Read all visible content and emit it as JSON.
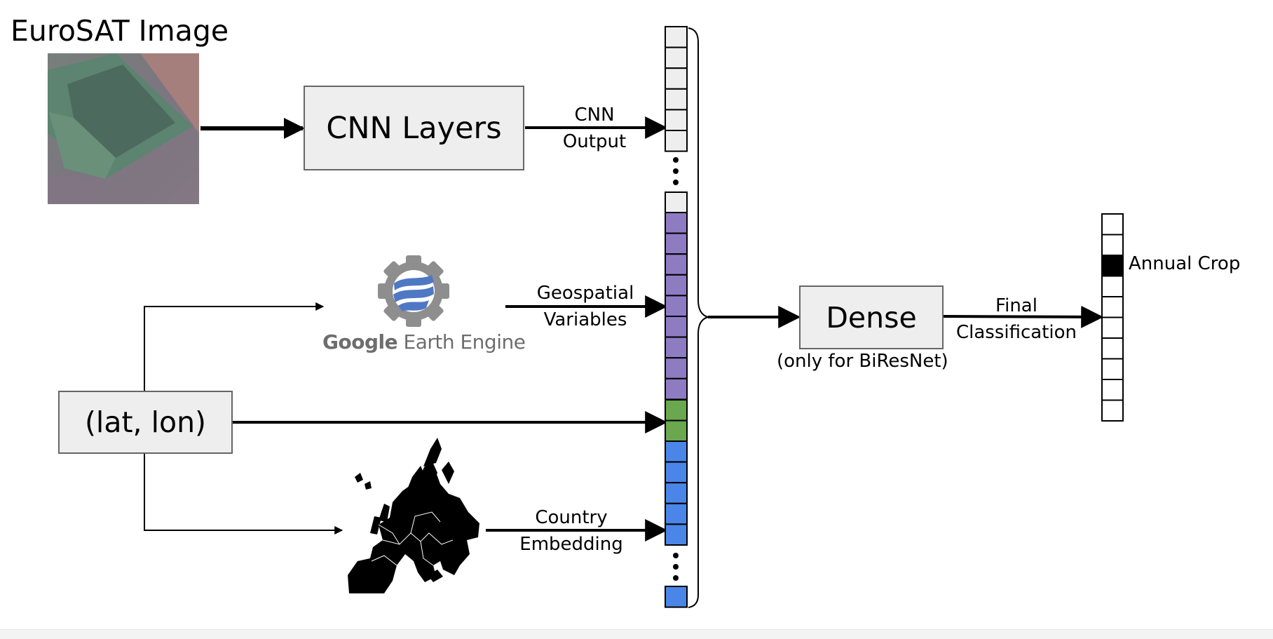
{
  "title": "EuroSAT Image",
  "boxes": {
    "cnn": "CNN Layers",
    "dense": "Dense",
    "latlon": "(lat, lon)"
  },
  "edge_labels": {
    "cnn_output": [
      "CNN",
      "Output"
    ],
    "geospatial": [
      "Geospatial",
      "Variables"
    ],
    "country": [
      "Country",
      "Embedding"
    ],
    "final": [
      "Final",
      "Classification"
    ]
  },
  "notes": {
    "dense_condition": "(only for BiResNet)"
  },
  "logo": {
    "google": "Google",
    "rest": "Earth Engine"
  },
  "output_class": "Annual Crop",
  "colors": {
    "cnn_cell": "#eeeeee",
    "geo_cell": "#8e7cc3",
    "latlon_cell": "#6aa84f",
    "country_cell": "#4a86e8",
    "selected_class": "#000000"
  },
  "feature_vector": {
    "groups": [
      {
        "name": "cnn-output",
        "cells": 6,
        "color": "#eeeeee"
      },
      {
        "name": "cnn-output-tail",
        "cells": 1,
        "color": "#eeeeee"
      },
      {
        "name": "geospatial-variables",
        "cells": 9,
        "color": "#8e7cc3"
      },
      {
        "name": "lat-lon",
        "cells": 2,
        "color": "#6aa84f"
      },
      {
        "name": "country-embedding",
        "cells": 5,
        "color": "#4a86e8"
      },
      {
        "name": "country-embedding-tail",
        "cells": 1,
        "color": "#4a86e8"
      }
    ]
  },
  "output_vector": {
    "cells": 10,
    "selected_index": 2
  }
}
